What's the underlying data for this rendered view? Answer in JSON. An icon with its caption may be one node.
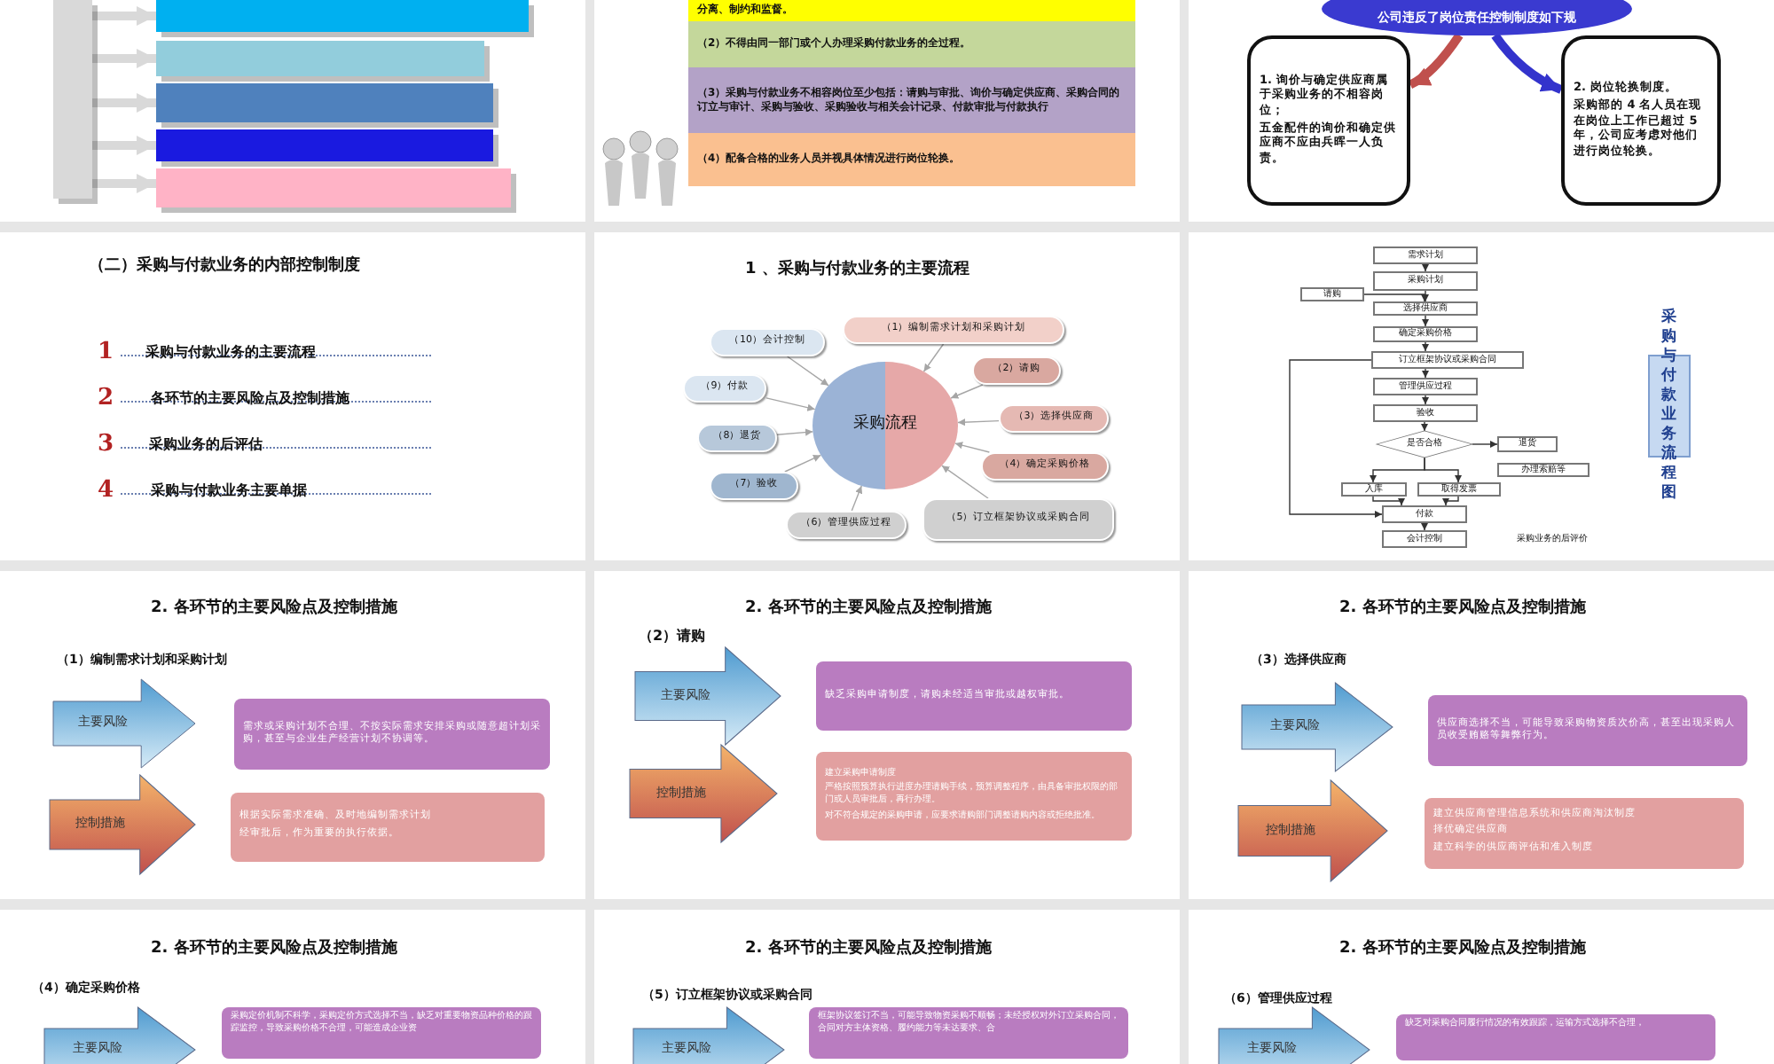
{
  "diagram": {
    "nodes": [
      {
        "text": [],
        "shape": "bar"
      },
      {
        "text": [],
        "shape": "bar"
      },
      {
        "text": [],
        "shape": "bar"
      },
      {
        "text": [],
        "shape": "bar"
      },
      {
        "text": [],
        "shape": "bar"
      },
      {
        "text": [],
        "shape": "bar"
      },
      {
        "text": [
          "分离、制约和监督。"
        ]
      },
      {
        "text": [
          "（2）不得由同一部门或个人办理采购付款业务的全过程。"
        ]
      },
      {
        "text": [
          "（3）采购与付款业务不相容岗位至少包括：请购与审批、询价与确定供应商、采购合同的订立与审计、采购与验收、采购验收与相关会计记录、付款审批与付款执行"
        ]
      },
      {
        "text": [
          "（4）配备合格的业务人员并视具体情况进行岗位轮换。"
        ]
      },
      {
        "text": [
          "公司违反了岗位责任控制制度如下规"
        ]
      },
      {
        "text": [
          "1. 询价与确定供应商属于采购业务的不相容岗位；",
          "五金配件的询价和确定供应商不应由兵晖一人负责。"
        ]
      },
      {
        "text": [
          "2. 岗位轮换制度。",
          "采购部的 4 名人员在现在岗位上工作已超过 5 年，公司应考虑对他们进行岗位轮换。"
        ]
      },
      {
        "text": [
          "采购流程"
        ]
      },
      {
        "text": [
          "（1）编制需求计划和采购计划"
        ]
      },
      {
        "text": [
          "（2）请购"
        ]
      },
      {
        "text": [
          "（3）选择供应商"
        ]
      },
      {
        "text": [
          "（4）确定采购价格"
        ]
      },
      {
        "text": [
          "（5）订立框架协议或采购合同"
        ]
      },
      {
        "text": [
          "（6）管理供应过程"
        ]
      },
      {
        "text": [
          "（7）验收"
        ]
      },
      {
        "text": [
          "（8）退货"
        ]
      },
      {
        "text": [
          "（9）付款"
        ]
      },
      {
        "text": [
          "（10）会计控制"
        ]
      },
      {
        "text": [
          "需求计划"
        ]
      },
      {
        "text": [
          "采购计划"
        ]
      },
      {
        "text": [
          "请购"
        ]
      },
      {
        "text": [
          "选择供应商"
        ]
      },
      {
        "text": [
          "确定采购价格"
        ]
      },
      {
        "text": [
          "订立框架协议或采购合同"
        ]
      },
      {
        "text": [
          "管理供应过程"
        ]
      },
      {
        "text": [
          "验收"
        ]
      },
      {
        "text": [
          "是否合格"
        ]
      },
      {
        "text": [
          "退货"
        ]
      },
      {
        "text": [
          "办理索赔等"
        ]
      },
      {
        "text": [
          "入库"
        ]
      },
      {
        "text": [
          "取得发票"
        ]
      },
      {
        "text": [
          "付款"
        ]
      },
      {
        "text": [
          "会计控制"
        ]
      },
      {
        "text": [
          "采购与付款业务流程图"
        ]
      },
      {
        "text": [
          "主要风险"
        ]
      },
      {
        "text": [
          "需求或采购计划不合理、不按实际需求安排采购或随意超计划采购，甚至与企业生产经营计划不协调等。"
        ]
      },
      {
        "text": [
          "控制措施"
        ]
      },
      {
        "text": [
          "根据实际需求准确、及时地编制需求计划",
          "经审批后，作为重要的执行依据。"
        ]
      },
      {
        "text": [
          "主要风险"
        ]
      },
      {
        "text": [
          "缺乏采购申请制度，请购未经适当审批或越权审批。"
        ]
      },
      {
        "text": [
          "控制措施"
        ]
      },
      {
        "text": [
          "建立采购申请制度",
          "严格按照预算执行进度办理请购手续，预算调整程序，由具备审批权限的部门或人员审批后，再行办理。",
          "对不符合规定的采购申请，应要求请购部门调整请购内容或拒绝批准。"
        ]
      },
      {
        "text": [
          "主要风险"
        ]
      },
      {
        "text": [
          "供应商选择不当，可能导致采购物资质次价高，甚至出现采购人员收受贿赂等舞弊行为。"
        ]
      },
      {
        "text": [
          "控制措施"
        ]
      },
      {
        "text": [
          "建立供应商管理信息系统和供应商淘汰制度",
          "择优确定供应商",
          "建立科学的供应商评估和准入制度"
        ]
      },
      {
        "text": [
          "主要风险"
        ]
      },
      {
        "text": [
          "采购定价机制不科学，采购定价方式选择不当，缺乏对重要物资品种价格的跟踪监控，导致采购价格不合理，可能造成企业资"
        ]
      },
      {
        "text": [
          "主要风险"
        ]
      },
      {
        "text": [
          "框架协议签订不当，可能导致物资采购不顺畅；未经授权对外订立采购合同，合同对方主体资格、履约能力等未达要求、合"
        ]
      },
      {
        "text": [
          "主要风险"
        ]
      },
      {
        "text": [
          "缺乏对采购合同履行情况的有效跟踪，运输方式选择不合理，"
        ]
      }
    ],
    "edges": [
      {
        "from": 0,
        "to": 1,
        "arrow": "to",
        "style": "thick",
        "color": "#d9d9d9"
      },
      {
        "from": 0,
        "to": 2,
        "arrow": "to",
        "style": "thick",
        "color": "#d9d9d9"
      },
      {
        "from": 0,
        "to": 3,
        "arrow": "to",
        "style": "thick",
        "color": "#d9d9d9"
      },
      {
        "from": 0,
        "to": 4,
        "arrow": "to",
        "style": "thick",
        "color": "#d9d9d9"
      },
      {
        "from": 0,
        "to": 5,
        "arrow": "to",
        "style": "thick",
        "color": "#d9d9d9"
      },
      {
        "from": 10,
        "to": 11,
        "arrow": "to",
        "style": "thick",
        "color": "#c0504d"
      },
      {
        "from": 10,
        "to": 12,
        "arrow": "to",
        "style": "thick",
        "color": "#3333cc"
      },
      {
        "from": 14,
        "to": 13,
        "arrow": "to",
        "color": "#a6a6a6"
      },
      {
        "from": 15,
        "to": 13,
        "arrow": "to",
        "color": "#a6a6a6"
      },
      {
        "from": 16,
        "to": 13,
        "arrow": "to",
        "color": "#a6a6a6"
      },
      {
        "from": 17,
        "to": 13,
        "arrow": "to",
        "color": "#a6a6a6"
      },
      {
        "from": 18,
        "to": 13,
        "arrow": "to",
        "color": "#a6a6a6"
      },
      {
        "from": 19,
        "to": 13,
        "arrow": "to",
        "color": "#a6a6a6"
      },
      {
        "from": 20,
        "to": 13,
        "arrow": "to",
        "color": "#a6a6a6"
      },
      {
        "from": 21,
        "to": 13,
        "arrow": "to",
        "color": "#a6a6a6"
      },
      {
        "from": 22,
        "to": 13,
        "arrow": "to",
        "color": "#a6a6a6"
      },
      {
        "from": 23,
        "to": 13,
        "arrow": "to",
        "color": "#a6a6a6"
      },
      {
        "from": 24,
        "to": 25,
        "arrow": "to"
      },
      {
        "from": 25,
        "to": 27,
        "arrow": "to"
      },
      {
        "from": 26,
        "to": 27,
        "arrow": "to"
      },
      {
        "from": 27,
        "to": 28,
        "arrow": "to"
      },
      {
        "from": 28,
        "to": 29,
        "arrow": "to"
      },
      {
        "from": 29,
        "to": 30,
        "arrow": "to"
      },
      {
        "from": 30,
        "to": 31,
        "arrow": "to"
      },
      {
        "from": 31,
        "to": 32,
        "arrow": "to"
      },
      {
        "from": 32,
        "to": 33,
        "arrow": "to"
      },
      {
        "from": 32,
        "to": 35,
        "arrow": "to"
      },
      {
        "from": 32,
        "to": 36,
        "arrow": "to"
      },
      {
        "from": 35,
        "to": 37,
        "arrow": "to"
      },
      {
        "from": 36,
        "to": 37,
        "arrow": "to"
      },
      {
        "from": 29,
        "to": 37,
        "arrow": "to"
      },
      {
        "from": 37,
        "to": 38,
        "arrow": "to"
      }
    ],
    "labels": [
      "（二）采购与付款业务的内部控制制度",
      "1",
      "采购与付款业务的主要流程",
      "2",
      "各环节的主要风险点及控制措施",
      "3",
      "采购业务的后评估",
      "4",
      "采购与付款业务主要单据",
      "1 、采购与付款业务的主要流程",
      "采购业务的后评价",
      "2. 各环节的主要风险点及控制措施",
      "（1）编制需求计划和采购计划",
      "2. 各环节的主要风险点及控制措施",
      "（2）请购",
      "2. 各环节的主要风险点及控制措施",
      "（3）选择供应商",
      "2. 各环节的主要风险点及控制措施",
      "（4）确定采购价格",
      "2. 各环节的主要风险点及控制措施",
      "（5）订立框架协议或采购合同",
      "2. 各环节的主要风险点及控制措施",
      "（6）管理供应过程"
    ]
  }
}
